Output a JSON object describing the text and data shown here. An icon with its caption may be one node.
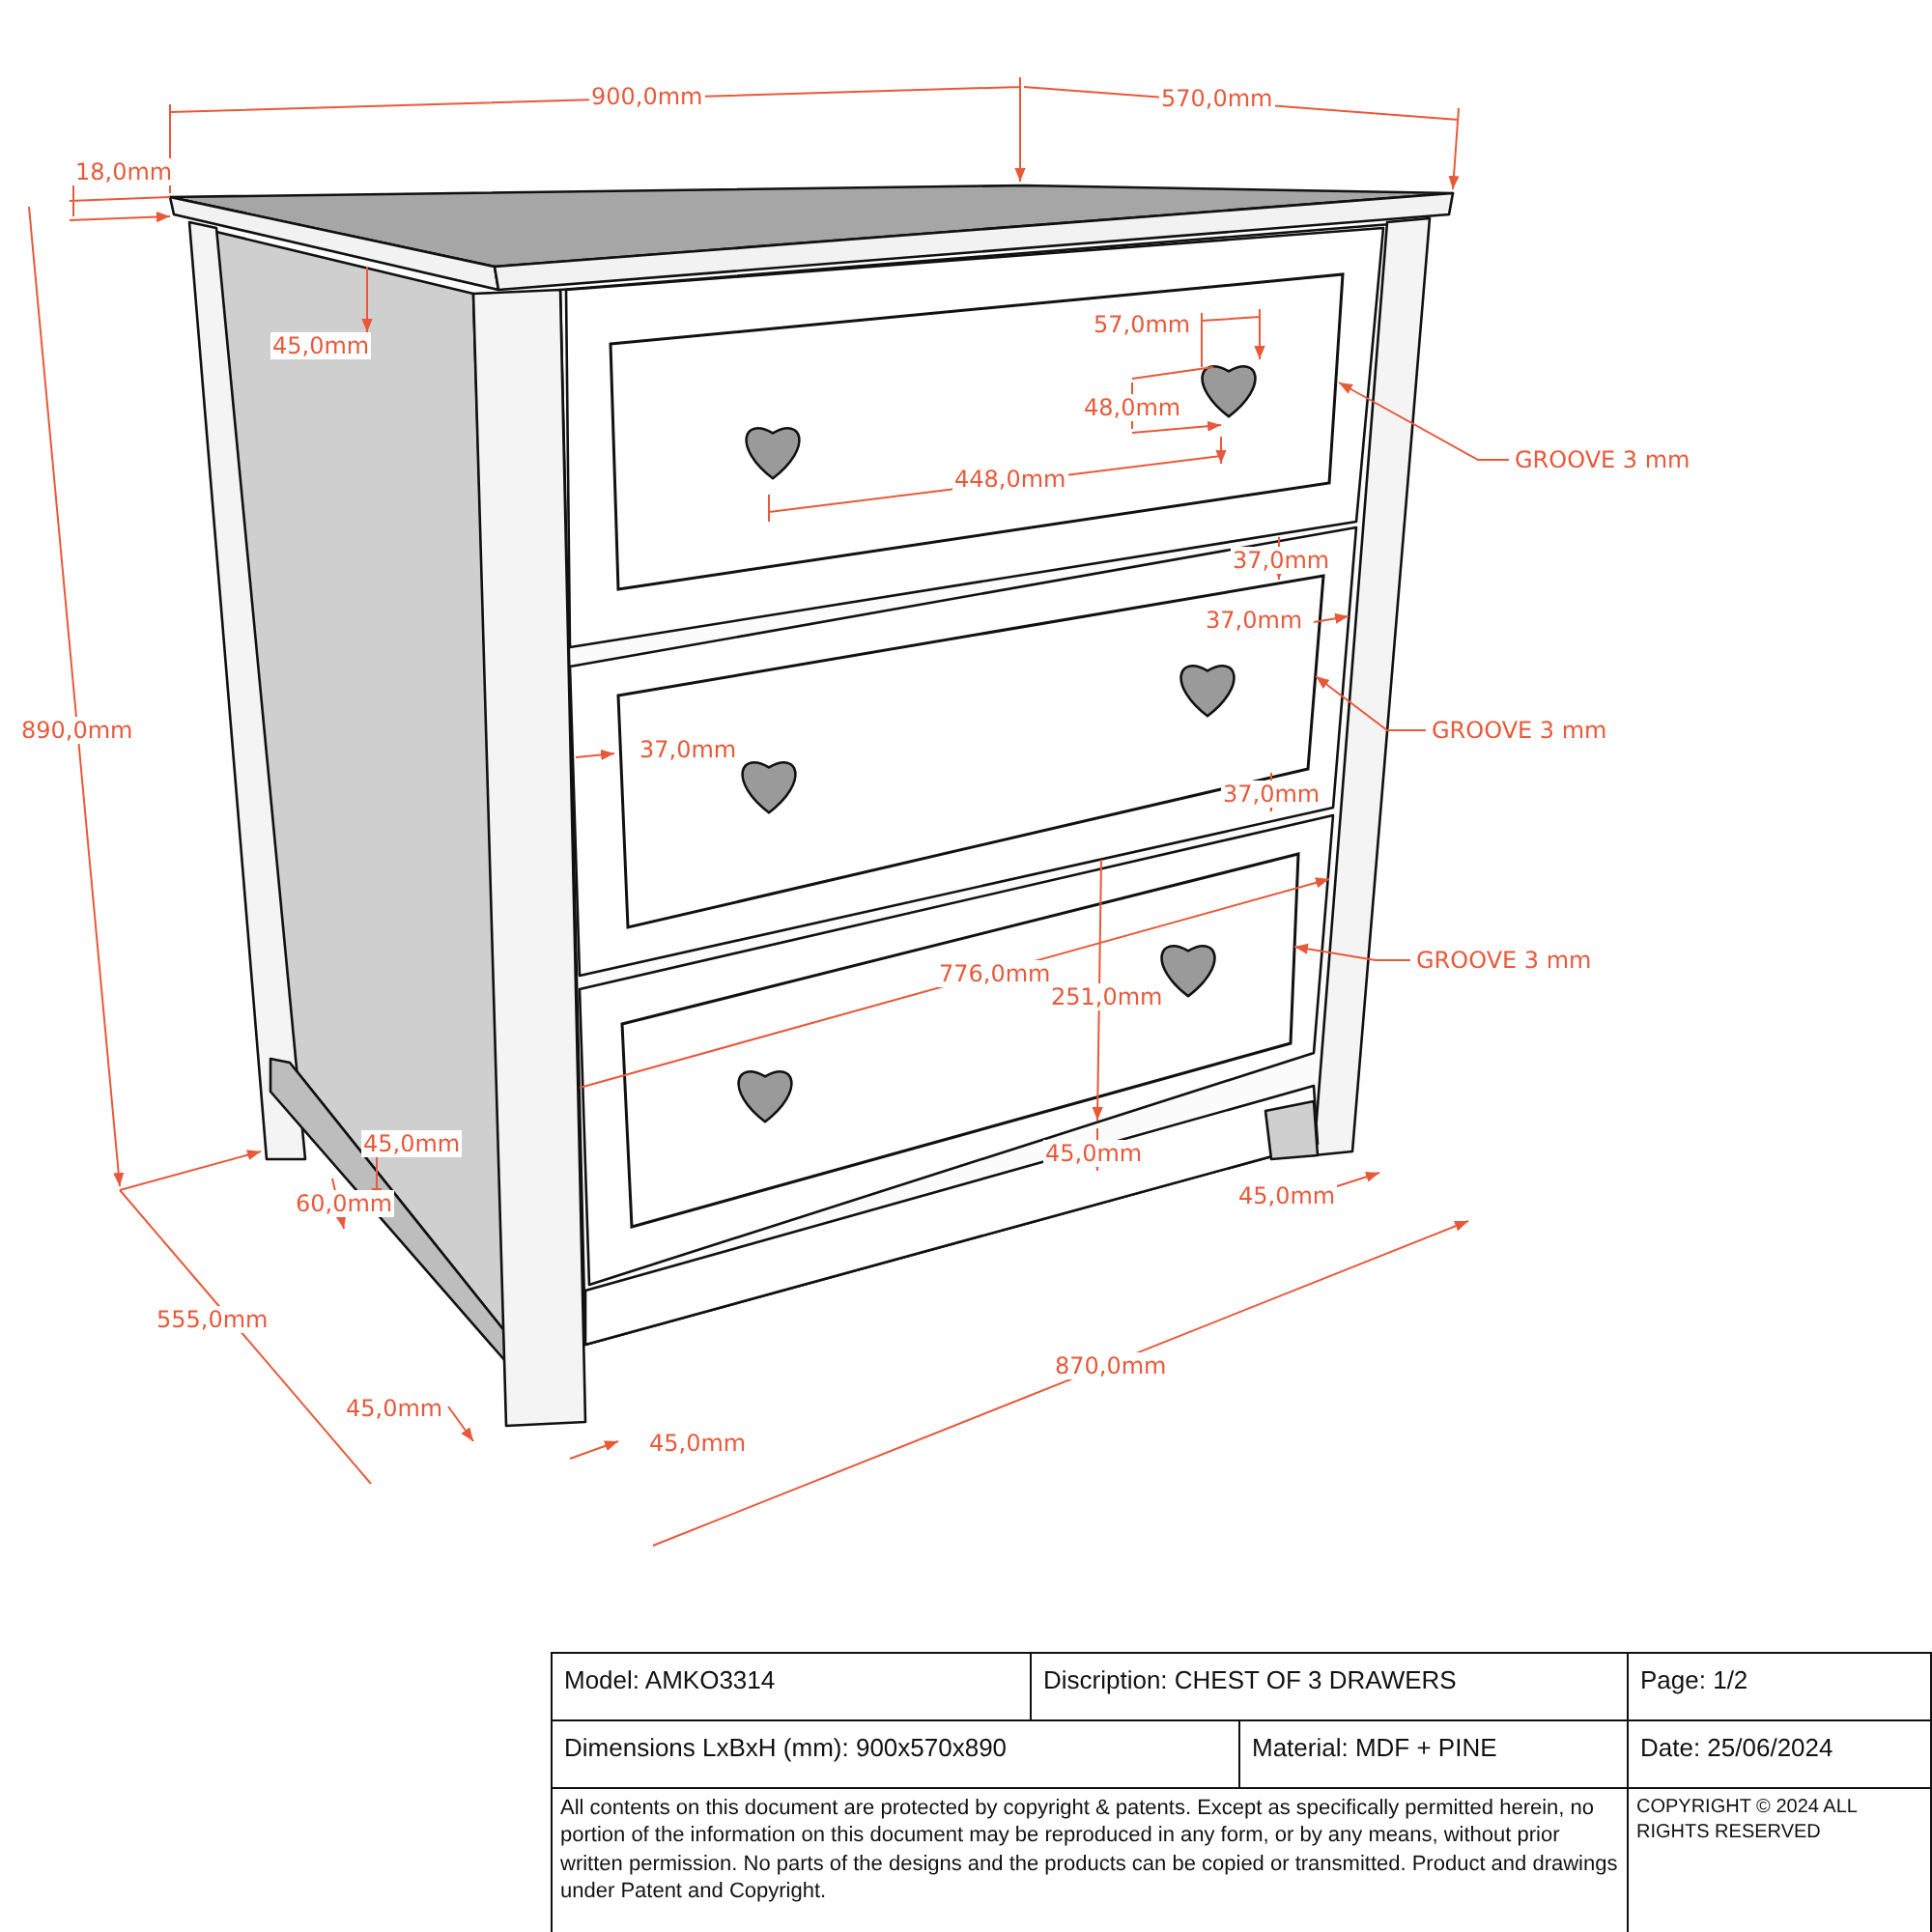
{
  "diagram": {
    "nodes": [
      {
        "text": [
          "GROOVE 3 mm"
        ]
      },
      {
        "text": [
          "GROOVE 3 mm"
        ]
      },
      {
        "text": [
          "GROOVE 3 mm"
        ]
      },
      {
        "text": [],
        "shape": "box"
      },
      {
        "text": [],
        "shape": "box"
      },
      {
        "text": [],
        "shape": "box"
      }
    ],
    "edges": [
      {
        "from": 0,
        "to": 3,
        "arrow": "to"
      },
      {
        "from": 1,
        "to": 4,
        "arrow": "to"
      },
      {
        "from": 2,
        "to": 5,
        "arrow": "to"
      }
    ],
    "labels": [
      "900,0mm",
      "570,0mm",
      "18,0mm",
      "45,0mm",
      "57,0mm",
      "48,0mm",
      "448,0mm",
      "37,0mm",
      "37,0mm",
      "890,0mm",
      "37,0mm",
      "37,0mm",
      "776,0mm",
      "251,0mm",
      "45,0mm",
      "45,0mm",
      "60,0mm",
      "45,0mm",
      "555,0mm",
      "870,0mm",
      "45,0mm",
      "45,0mm",
      "Model: AMKO3314",
      "Discription: CHEST OF 3 DRAWERS",
      "Page: 1/2",
      "Dimensions LxBxH (mm): 900x570x890",
      "Material: MDF + PINE",
      "Date: 25/06/2024",
      "All contents on this document are protected by copyright & patents. Except as specifically permitted herein, no portion of the information on this document may be reproduced in any form, or by any means, without prior written permission. No parts of the designs and the products can be copied or transmitted. Product and drawings under Patent and Copyright.",
      "COPYRIGHT © 2024 ALL RIGHTS RESERVED"
    ]
  }
}
